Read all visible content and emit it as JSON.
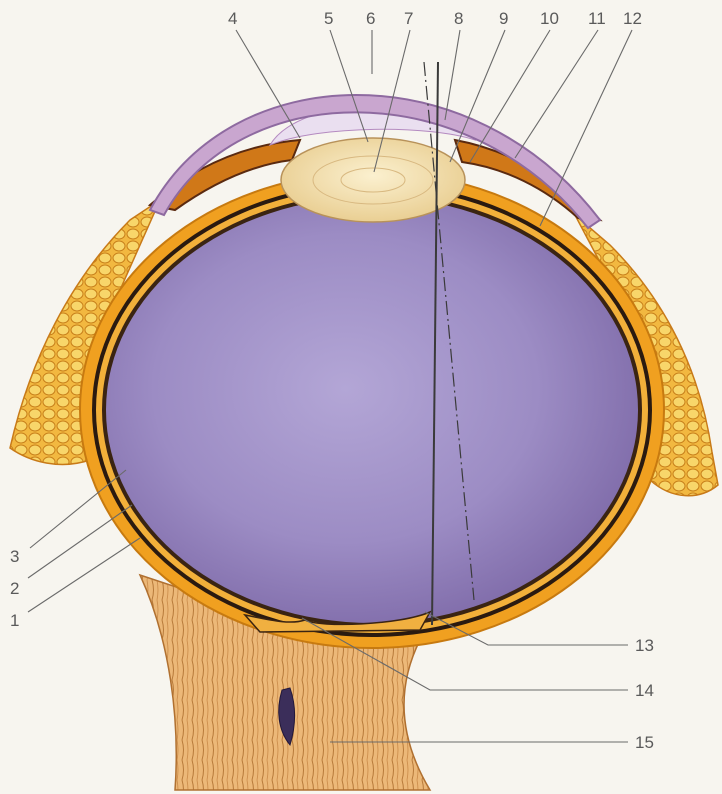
{
  "diagram": {
    "subject": "eyeball cross-section",
    "labels": [
      "1",
      "2",
      "3",
      "4",
      "5",
      "6",
      "7",
      "8",
      "9",
      "10",
      "11",
      "12",
      "13",
      "14",
      "15"
    ]
  },
  "colors": {
    "background": "#f7f5ef",
    "vitreous": "#9c8cc4",
    "vitreous_dark": "#7e6aa8",
    "lens": "#f4dfb0",
    "cornea": "#c9a6cf",
    "sclera": "#f0a020",
    "choroid": "#2a1a10",
    "optic_nerve": "#e8b070",
    "leader_line": "#6a6a6a",
    "label_text": "#5a5a5a"
  }
}
